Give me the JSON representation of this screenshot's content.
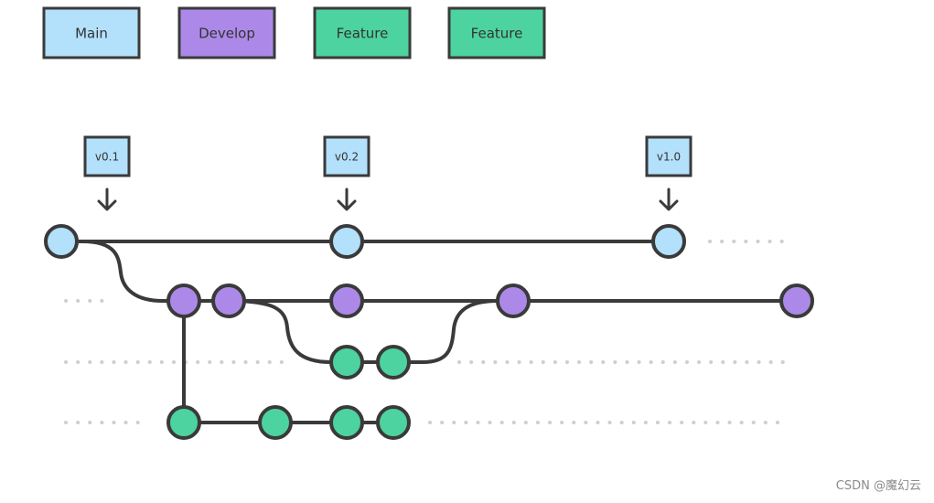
{
  "legend": [
    {
      "id": "main",
      "label": "Main",
      "color": "#b3e0fb"
    },
    {
      "id": "develop",
      "label": "Develop",
      "color": "#ac89e8"
    },
    {
      "id": "feature1",
      "label": "Feature",
      "color": "#4dd39f"
    },
    {
      "id": "feature2",
      "label": "Feature",
      "color": "#4dd39f"
    }
  ],
  "tags": [
    {
      "label": "v0.1",
      "commit": "m1"
    },
    {
      "label": "v0.2",
      "commit": "m2"
    },
    {
      "label": "v1.0",
      "commit": "m3"
    }
  ],
  "branches": {
    "main": {
      "color": "#b3e0fb"
    },
    "develop": {
      "color": "#ac89e8"
    },
    "feature_a": {
      "color": "#4dd39f"
    },
    "feature_b": {
      "color": "#4dd39f"
    }
  },
  "stroke_color": "#3a3a3a",
  "dot_color": "#cfcfcf",
  "watermark": "CSDN @魔幻云"
}
